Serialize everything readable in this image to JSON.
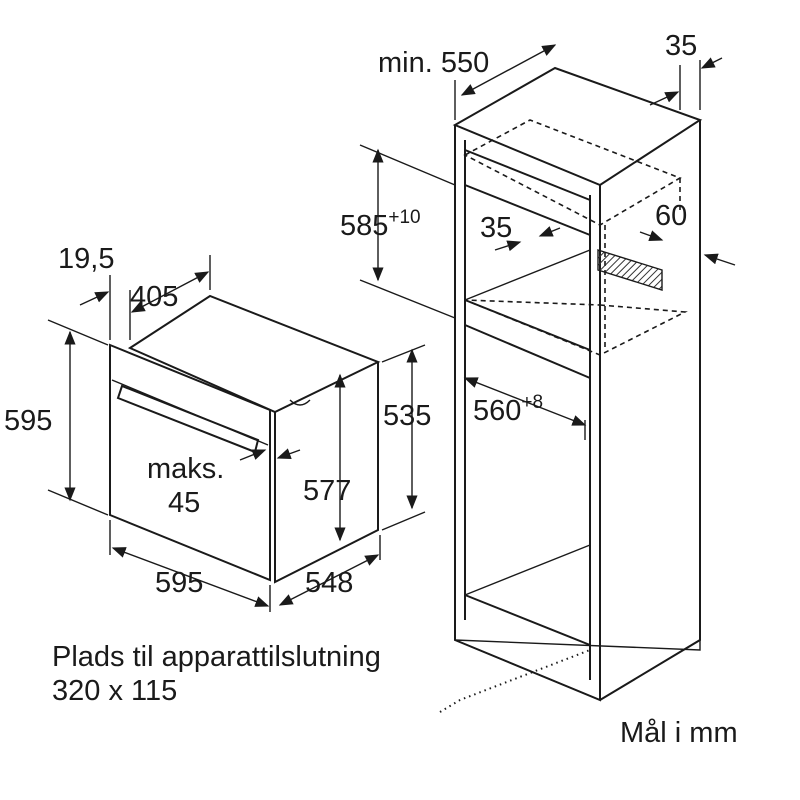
{
  "cabinet": {
    "depth_label": "min. 550",
    "back_gap_label": "35",
    "niche_height_label": "585",
    "niche_height_tolerance": "+10",
    "rear_vent_label": "35",
    "vent_depth_label": "60",
    "niche_width_label": "560",
    "niche_width_tolerance": "+8"
  },
  "oven": {
    "front_thickness_label": "19,5",
    "handle_depth_label": "405",
    "height_label": "595",
    "body_height_label": "535",
    "max_label": "maks.",
    "max_value": "45",
    "inner_height_label": "577",
    "width_label": "595",
    "depth_label": "548"
  },
  "notes": {
    "connection_space_label": "Plads til apparattilslutning",
    "connection_space_size": "320 x 115",
    "units_label": "Mål i mm"
  }
}
